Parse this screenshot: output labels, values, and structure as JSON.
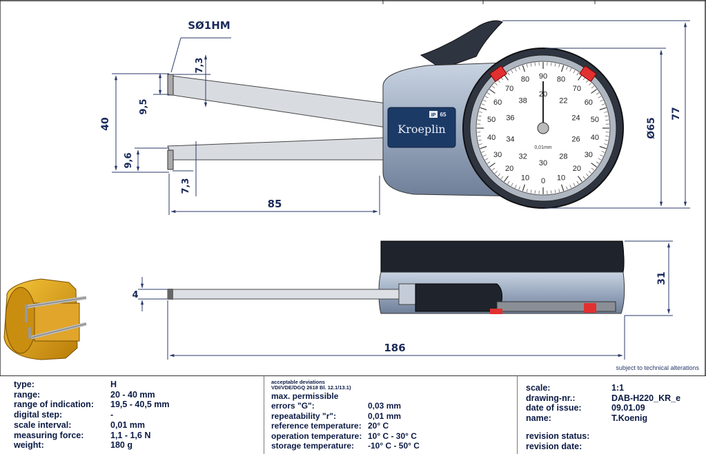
{
  "drawing": {
    "tip_label": "SØ1HM",
    "dims": {
      "tip_offset_top": "7,3",
      "tip_offset_bottom": "7,3",
      "upper_arm_height": "9,5",
      "lower_arm_height": "9,6",
      "measuring_range": "40",
      "arm_length": "85",
      "dial_diameter": "Ø65",
      "total_height": "77",
      "arm_thickness": "4",
      "body_thickness": "31",
      "total_length": "186"
    },
    "brand": "Kroeplin",
    "ip_badge": "IP",
    "ip_value": "65",
    "dial": {
      "outer_numbers": [
        "0",
        "10",
        "20",
        "30",
        "40",
        "50",
        "60",
        "70",
        "80",
        "90",
        "80",
        "70",
        "60",
        "50",
        "40",
        "30",
        "20",
        "10"
      ],
      "inner_numbers": [
        "20",
        "22",
        "24",
        "26",
        "28",
        "30",
        "32",
        "34",
        "36",
        "38"
      ],
      "unit": "0,01mm"
    }
  },
  "note": "subject to technical alterations",
  "specs": [
    {
      "label": "type:",
      "value": "H"
    },
    {
      "label": "range:",
      "value": "20 - 40 mm"
    },
    {
      "label": "range of indication:",
      "value": "19,5 - 40,5 mm"
    },
    {
      "label": "digital step:",
      "value": "-"
    },
    {
      "label": "scale interval:",
      "value": "0,01 mm"
    },
    {
      "label": "measuring force:",
      "value": "1,1 - 1,6 N"
    },
    {
      "label": "weight:",
      "value": "180 g"
    }
  ],
  "deviations": {
    "heading1": "acceptable deviations",
    "heading2": "VDI/VDE/DGQ 2618 Bl. 12.1/13.1)",
    "heading3": "max. permissible",
    "rows": [
      {
        "label": "errors \"G\":",
        "value": "0,03 mm"
      },
      {
        "label": "repeatability \"r\":",
        "value": "0,01 mm"
      },
      {
        "label": "reference temperature:",
        "value": "20° C"
      },
      {
        "label": "operation temperature:",
        "value": "10° C - 30° C"
      },
      {
        "label": "storage temperature:",
        "value": "-10° C - 50° C"
      }
    ]
  },
  "meta": {
    "rows": [
      {
        "label": "scale:",
        "value": "1:1"
      },
      {
        "label": "drawing-nr.:",
        "value": "DAB-H220_KR_e"
      },
      {
        "label": "date of issue:",
        "value": "09.01.09"
      },
      {
        "label": "name:",
        "value": "T.Koenig"
      }
    ],
    "revision_status": "revision status:",
    "revision_date": "revision date:"
  }
}
